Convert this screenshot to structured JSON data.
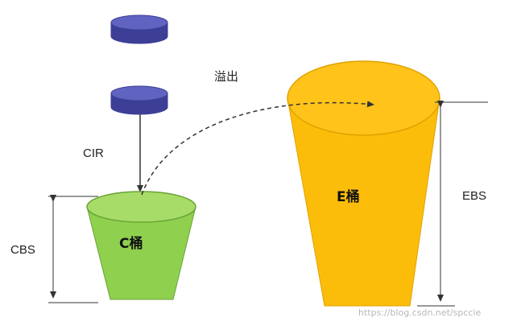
{
  "labels": {
    "overflow": "溢出",
    "cir": "CIR",
    "cbs": "CBS",
    "ebs": "EBS",
    "c_bucket": "C桶",
    "e_bucket": "E桶"
  },
  "watermark": "https://blog.csdn.net/spccie",
  "colors": {
    "token_fill": "#3d3f96",
    "token_top": "#6063bf",
    "c_bucket_fill": "#8fd14f",
    "c_bucket_top": "#a6dc67",
    "c_bucket_stroke": "#6aa336",
    "e_bucket_fill": "#fcbd0a",
    "e_bucket_top": "#ffc31a",
    "e_bucket_stroke": "#e0a200",
    "line": "#333333"
  }
}
